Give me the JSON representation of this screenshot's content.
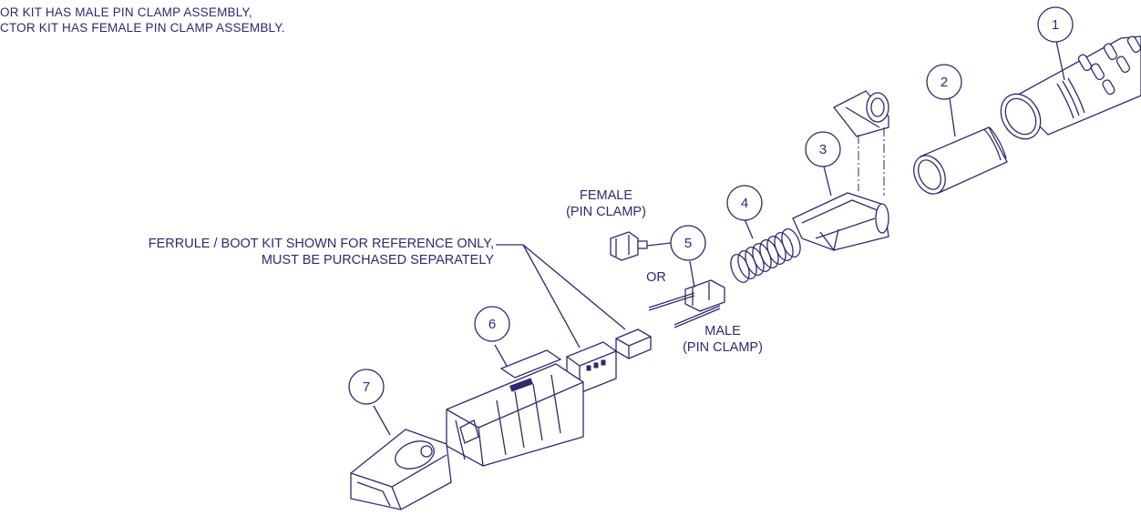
{
  "notes": {
    "line1": "OR KIT HAS MALE PIN CLAMP ASSEMBLY,",
    "line2": "CTOR KIT HAS FEMALE PIN CLAMP ASSEMBLY."
  },
  "callouts": {
    "ferrule_line1": "FERRULE / BOOT KIT SHOWN FOR REFERENCE ONLY,",
    "ferrule_line2": "MUST BE PURCHASED SEPARATELY",
    "female_line1": "FEMALE",
    "female_line2": "(PIN CLAMP)",
    "or": "OR",
    "male_line1": "MALE",
    "male_line2": "(PIN CLAMP)"
  },
  "balloons": [
    "1",
    "2",
    "3",
    "4",
    "5",
    "6",
    "7"
  ],
  "colors": {
    "ink": "#2e2a6e",
    "background": "#ffffff"
  }
}
